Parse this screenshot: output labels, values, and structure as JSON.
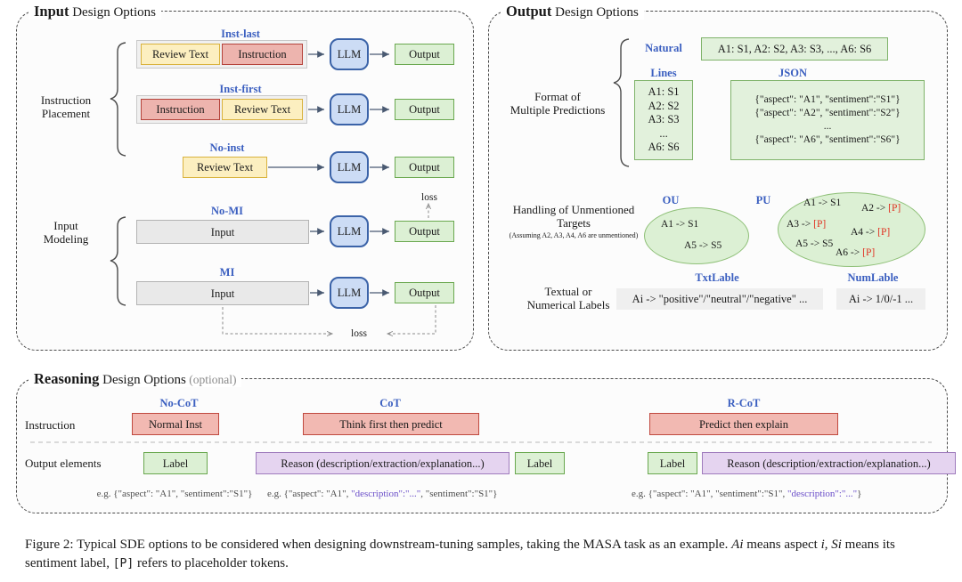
{
  "panels": {
    "input": {
      "title_bold": "Input",
      "title_rest": " Design Options"
    },
    "output": {
      "title_bold": "Output",
      "title_rest": " Design Options"
    },
    "reason": {
      "title_bold": "Reasoning",
      "title_rest": " Design Options",
      "title_opt": " (optional)"
    }
  },
  "input": {
    "group1_label": "Instruction\nPlacement",
    "group2_label": "Input\nModeling",
    "variants": {
      "inst_last": "Inst-last",
      "inst_first": "Inst-first",
      "no_inst": "No-inst",
      "no_mi": "No-MI",
      "mi": "MI"
    },
    "boxes": {
      "review_text": "Review Text",
      "instruction": "Instruction",
      "llm": "LLM",
      "output": "Output",
      "input": "Input"
    },
    "loss_label": "loss"
  },
  "output": {
    "row1_label": "Format of\nMultiple Predictions",
    "row2_label": "Handling of Unmentioned\nTargets",
    "row2_sub": "(Assuming A2, A3, A4, A6 are unmentioned)",
    "row3_label": "Textual or\nNumerical Labels",
    "variants": {
      "natural": "Natural",
      "lines": "Lines",
      "json": "JSON",
      "ou": "OU",
      "pu": "PU",
      "txtlable": "TxtLable",
      "numlable": "NumLable"
    },
    "natural_text": "A1: S1, A2: S2, A3: S3, ..., A6: S6",
    "lines_text": [
      "A1: S1",
      "A2: S2",
      "A3: S3",
      "...",
      "A6: S6"
    ],
    "json_text": [
      "{\"aspect\": \"A1\", \"sentiment\":\"S1\"}",
      "{\"aspect\": \"A2\", \"sentiment\":\"S2\"}",
      "...",
      "{\"aspect\": \"A6\", \"sentiment\":\"S6\"}"
    ],
    "ou_items": [
      "A1 -> S1",
      "A5 -> S5"
    ],
    "pu_items": [
      {
        "head": "A1 -> ",
        "tail": "S1",
        "placeholder": false
      },
      {
        "head": "A2 -> ",
        "tail": "[P]",
        "placeholder": true
      },
      {
        "head": "A3 -> ",
        "tail": "[P]",
        "placeholder": true
      },
      {
        "head": "A4 -> ",
        "tail": "[P]",
        "placeholder": true
      },
      {
        "head": "A5 -> ",
        "tail": "S5",
        "placeholder": false
      },
      {
        "head": "A6 -> ",
        "tail": "[P]",
        "placeholder": true
      }
    ],
    "txtlable_text": "Ai -> \"positive\"/\"neutral\"/\"negative\" ...",
    "numlable_text": "Ai -> 1/0/-1 ..."
  },
  "reasoning": {
    "row1_label": "Instruction",
    "row2_label": "Output elements",
    "variants": {
      "no_cot": "No-CoT",
      "cot": "CoT",
      "r_cot": "R-CoT"
    },
    "inst": {
      "no_cot": "Normal Inst",
      "cot": "Think first then predict",
      "r_cot": "Predict then explain"
    },
    "elements": {
      "label": "Label",
      "reason": "Reason (description/extraction/explanation...)"
    },
    "eg": {
      "no_cot_pre": "e.g. {\"aspect\": \"A1\", \"sentiment\":\"S1\"}",
      "cot_a": "e.g. {\"aspect\": \"A1\", ",
      "cot_desc": "\"description\":\"...\"",
      "cot_b": ", \"sentiment\":\"S1\"}",
      "rcot_a": "e.g. {\"aspect\": \"A1\", \"sentiment\":\"S1\", ",
      "rcot_desc": "\"description\":\"...\"",
      "rcot_b": "}"
    }
  },
  "caption": {
    "figlabel": "Figure 2:",
    "part1": " Typical SDE options to be considered when designing downstream-tuning samples, taking the MASA task as an example. ",
    "ai": "Ai",
    "part2": " means aspect ",
    "i": "i",
    "part3": ", ",
    "si": "Si",
    "part4": " means its sentiment label, ",
    "p": "[P]",
    "part5": " refers to placeholder tokens."
  },
  "colors": {
    "variant_blue": "#3b5fc0",
    "placeholder_red": "#e03020",
    "description_purple": "#6b4fc9",
    "yellow": "#fcefc0",
    "red": "#edb4ae",
    "green": "#dcf0d4",
    "purple": "#e5d4f0",
    "llm_blue": "#ccdcf5"
  }
}
